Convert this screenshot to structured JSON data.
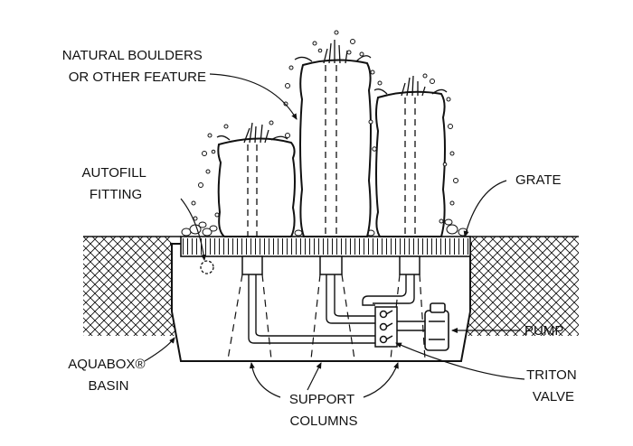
{
  "labels": {
    "natural_boulders": [
      "NATURAL BOULDERS",
      "OR OTHER FEATURE"
    ],
    "grate": "GRATE",
    "autofill": [
      "AUTOFILL",
      "FITTING"
    ],
    "pump": "PUMP",
    "aquabox": [
      "AQUABOX®",
      "BASIN"
    ],
    "triton": [
      "TRITON",
      "VALVE"
    ],
    "support": [
      "SUPPORT",
      "COLUMNS"
    ]
  },
  "colors": {
    "ink": "#111111",
    "background": "#ffffff"
  }
}
